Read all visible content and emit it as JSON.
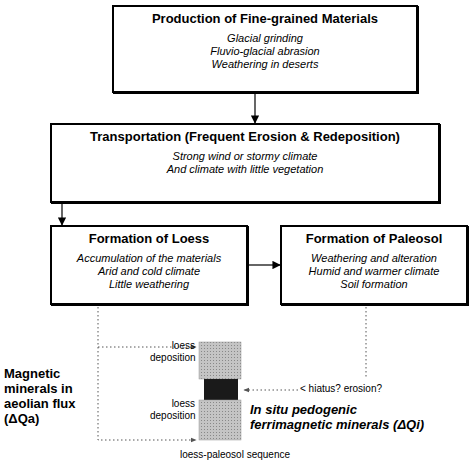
{
  "diagram": {
    "nodes": [
      {
        "text": [
          "Production of Fine-grained Materials",
          "Glacial grinding",
          "Fluvio-glacial abrasion",
          "Weathering in deserts"
        ]
      },
      {
        "text": [
          "Transportation (Frequent Erosion & Redeposition)",
          "Strong wind or stormy climate",
          "And climate with little vegetation"
        ]
      },
      {
        "text": [
          "Formation of Loess",
          "Accumulation of the materials",
          "Arid and cold climate",
          "Little weathering"
        ]
      },
      {
        "text": [
          "Formation of Paleosol",
          "Weathering and alteration",
          "Humid and warmer climate",
          "Soil formation"
        ]
      }
    ],
    "edges": [
      {
        "from": 0,
        "to": 1,
        "arrow": "to"
      },
      {
        "from": 1,
        "to": 2,
        "arrow": "to"
      },
      {
        "from": 2,
        "to": 3,
        "arrow": "to"
      }
    ],
    "labels": [
      "loess deposition",
      "loess deposition",
      "Magnetic minerals in aeolian flux (ΔQa)",
      "In situ pedogenic ferrimagnetic minerals (ΔQi)",
      "< hiatus? erosion?",
      "loess-paleosol sequence"
    ]
  }
}
